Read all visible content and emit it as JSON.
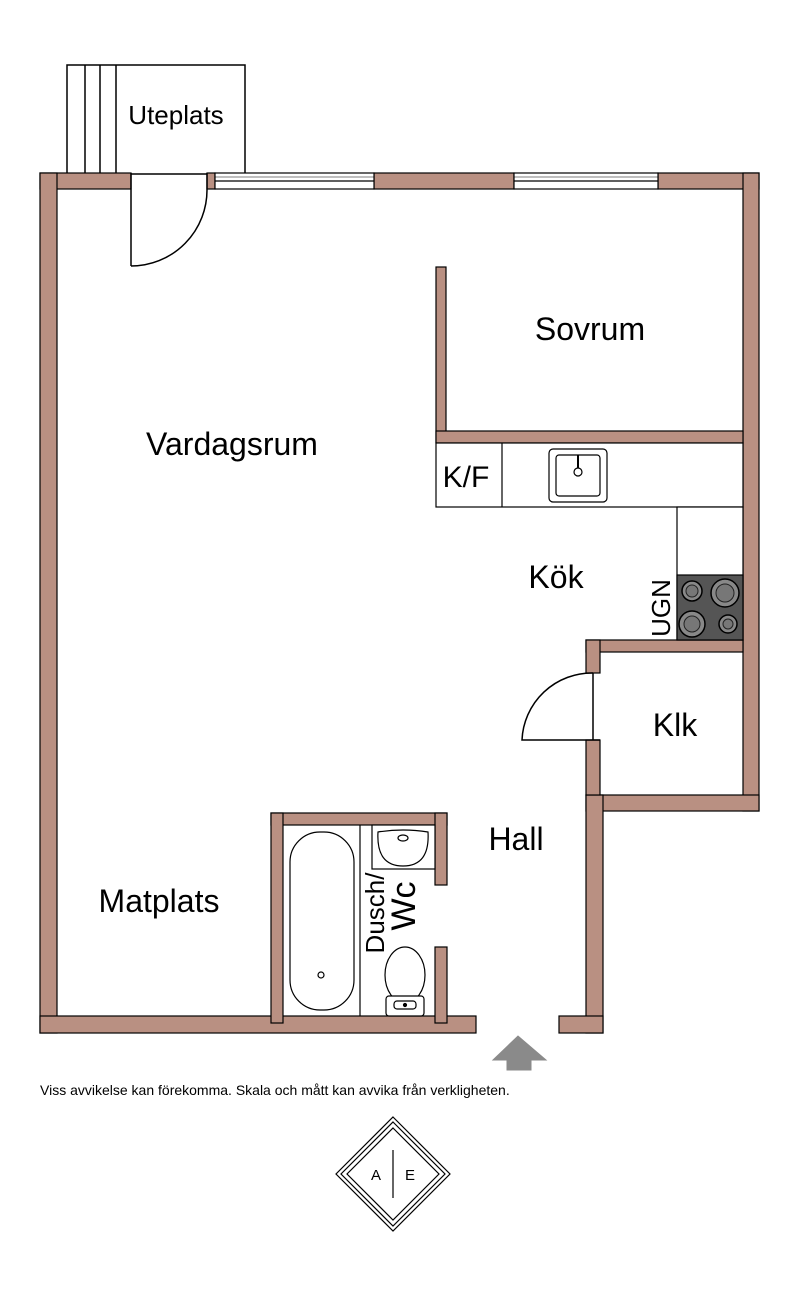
{
  "rooms": {
    "uteplats": "Uteplats",
    "sovrum": "Sovrum",
    "vardagsrum": "Vardagsrum",
    "kf": "K/F",
    "kok": "Kök",
    "ugn": "UGN",
    "klk": "Klk",
    "hall": "Hall",
    "matplats": "Matplats",
    "dusch": "Dusch/",
    "wc": "Wc"
  },
  "disclaimer": "Viss avvikelse kan förekomma. Skala och mått kan avvika från verkligheten.",
  "logo": {
    "left": "A",
    "right": "E"
  },
  "colors": {
    "wall": "#b99082",
    "line": "#000000",
    "stove": "#555555",
    "arrow": "#8a8a8a"
  }
}
